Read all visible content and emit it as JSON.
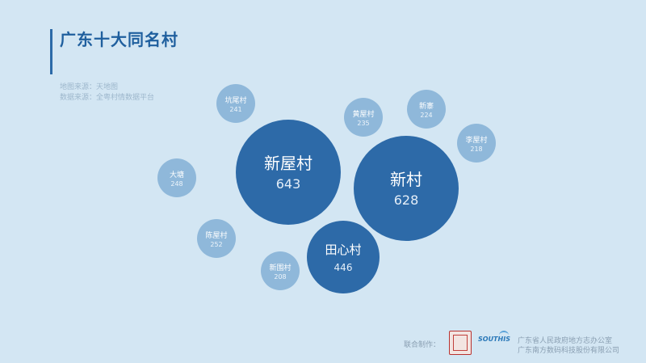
{
  "header": {
    "title": "广东十大同名村",
    "source_map": "地图来源：天地图",
    "source_data": "数据来源：全粤村情数据平台"
  },
  "footer": {
    "label": "联合制作：",
    "logo_text": "SOUTHIS",
    "org1": "广东省人民政府地方志办公室",
    "org2": "广东南方数码科技股份有限公司"
  },
  "colors": {
    "background": "#d3e6f3",
    "large_bubble": "#2d6aa8",
    "small_bubble": "#8fb8da",
    "title": "#1f5f9e"
  },
  "chart_data": {
    "type": "bubble",
    "title": "广东十大同名村",
    "series": [
      {
        "label": "新屋村",
        "value": 643
      },
      {
        "label": "新村",
        "value": 628
      },
      {
        "label": "田心村",
        "value": 446
      },
      {
        "label": "陈屋村",
        "value": 252
      },
      {
        "label": "大塘",
        "value": 248
      },
      {
        "label": "坑尾村",
        "value": 241
      },
      {
        "label": "黄屋村",
        "value": 235
      },
      {
        "label": "新寨",
        "value": 224
      },
      {
        "label": "李屋村",
        "value": 218
      },
      {
        "label": "新围村",
        "value": 208
      }
    ]
  }
}
